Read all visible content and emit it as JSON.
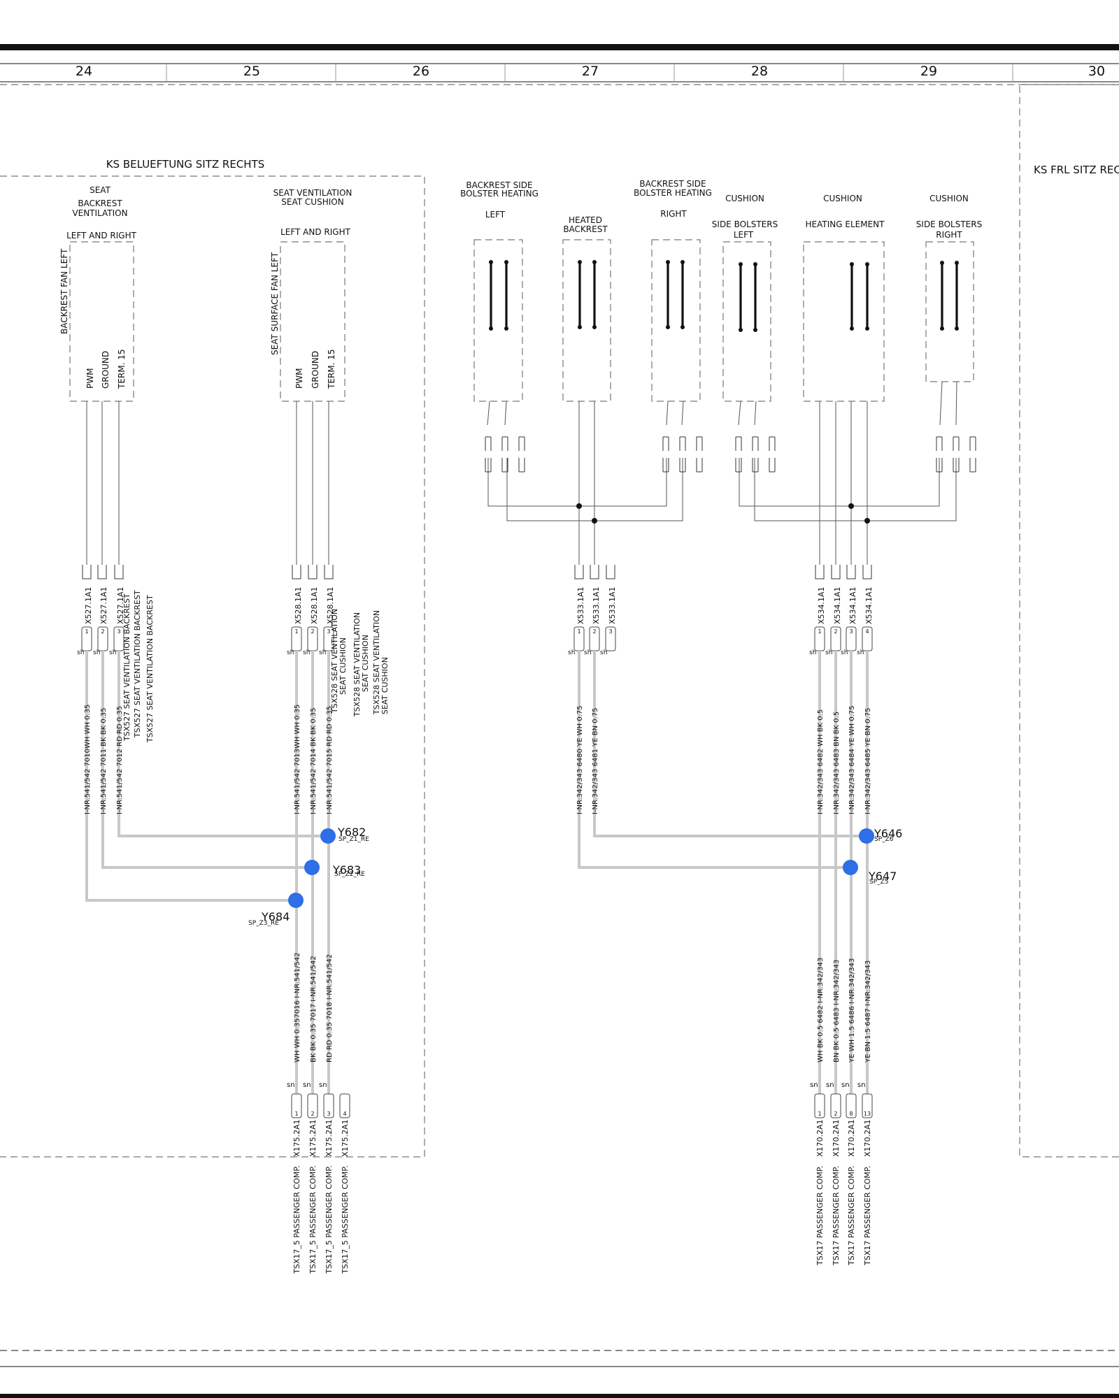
{
  "columns": [
    "24",
    "25",
    "26",
    "27",
    "28",
    "29",
    "30"
  ],
  "blocks": {
    "ventilation": "KS BELUEFTUNG SITZ RECHTS",
    "frl": "KS FRL SITZ REC"
  },
  "components": {
    "backrest_fan": {
      "title1": "SEAT",
      "title2": "BACKREST",
      "title3": "VENTILATION",
      "sub": "LEFT AND RIGHT",
      "name": "BACKREST FAN LEFT",
      "pins": [
        "PWM",
        "GROUND",
        "TERM. 15"
      ]
    },
    "surface_fan": {
      "title1": "SEAT VENTILATION",
      "title2": "SEAT CUSHION",
      "sub": "LEFT AND RIGHT",
      "name": "SEAT SURFACE FAN LEFT",
      "pins": [
        "PWM",
        "GROUND",
        "TERM. 15"
      ]
    },
    "bolster_left": {
      "title1": "BACKREST SIDE",
      "title2": "BOLSTER HEATING",
      "sub": "LEFT"
    },
    "heated_backrest": {
      "title1": "HEATED",
      "title2": "BACKREST"
    },
    "bolster_right": {
      "title1": "BACKREST SIDE",
      "title2": "BOLSTER HEATING",
      "sub": "RIGHT"
    },
    "cushion_side_left": {
      "title1": "CUSHION",
      "title2": "SIDE BOLSTERS",
      "title3": "LEFT"
    },
    "cushion_element": {
      "title1": "CUSHION",
      "title2": "HEATING ELEMENT"
    },
    "cushion_side_right": {
      "title1": "CUSHION",
      "title2": "SIDE BOLSTERS",
      "title3": "RIGHT"
    }
  },
  "connectors": {
    "x527": {
      "label": "X527.1A1",
      "pins": [
        "1",
        "2",
        "3"
      ]
    },
    "x528": {
      "label": "X528.1A1",
      "pins": [
        "1",
        "2",
        "3"
      ]
    },
    "x533": {
      "label": "X533.1A1",
      "pins": [
        "1",
        "2",
        "3"
      ]
    },
    "x534": {
      "label": "X534.1A1",
      "pins": [
        "1",
        "2",
        "3",
        "4"
      ]
    },
    "x175": {
      "label": "X175.2A1",
      "pins": [
        "1",
        "2",
        "3",
        "4"
      ]
    },
    "x170": {
      "label": "X170.2A1",
      "pins": [
        "1",
        "2",
        "8",
        "13"
      ]
    }
  },
  "shield_label": "sh",
  "sn_label": "sn",
  "tsx527": "TSX527 SEAT VENTILATION BACKREST",
  "tsx528": "TSX528 SEAT VENTILATION",
  "tsx528b": "SEAT CUSHION",
  "wires": {
    "fan_back": [
      "I-NR.541/542  7010WH WH 0.35",
      "I-NR.541/542  7011  BK BK 0.35",
      "I-NR.541/542  7012  RD RD 0.35"
    ],
    "fan_surface": [
      "I-NR.541/542  7013WH WH 0.35",
      "I-NR.541/542  7014  BK BK 0.35",
      "I-NR.541/542  7015 RD RD 0.35"
    ],
    "fan_lower": [
      "WH WH 0.357016  I-NR.541/542",
      "BK BK 0.35  7017  I-NR.541/542",
      "RD RD 0.35 7018  I-NR.541/542"
    ],
    "heat_back": [
      "I-NR.342/343  6480  YE WH 0.75",
      "I-NR.342/343  6481  YE BN 0.75"
    ],
    "heat_cushion": [
      "I-NR.342/343  6482  WH BK 0.5",
      "I-NR.342/343  6483  BN BK 0.5",
      "I-NR.342/343  6484  YE WH 0.75",
      "I-NR.342/343  6485  YE BN 0.75"
    ],
    "heat_lower": [
      "WH BK 0.5  6482  I-NR.342/343",
      "BN BK 0.5  6483  I-NR.342/343",
      "YE WH 1.5  6486  I-NR.342/343",
      "YE BN 1.5  6487  I-NR.342/343"
    ]
  },
  "splices": {
    "y682": {
      "id": "Y682",
      "sub": "SP_Z1_RE"
    },
    "y683": {
      "id": "Y683",
      "sub": "SP_Z2_RE"
    },
    "y684": {
      "id": "Y684",
      "sub": "SP_Z3_RE"
    },
    "y646": {
      "id": "Y646",
      "sub": "SP_Z6"
    },
    "y647": {
      "id": "Y647",
      "sub": "SP_Z5"
    }
  },
  "passenger": {
    "tsx175": "TSX17_5 PASSENGER COMP.",
    "tsx170": "TSX17 PASSENGER COMP."
  },
  "colors": {
    "splice": "#2e6ee6",
    "harness": "#c8c8c8"
  }
}
